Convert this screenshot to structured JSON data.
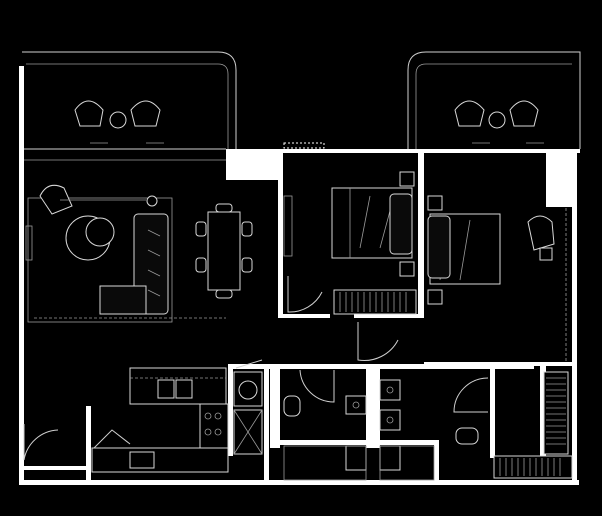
{
  "title": "",
  "colors": {
    "background": "#000000",
    "wall": "#ffffff",
    "line": "#cfcfcf"
  },
  "rooms": [
    {
      "id": "living-dining",
      "label": ""
    },
    {
      "id": "bedroom-1",
      "label": ""
    },
    {
      "id": "bedroom-2",
      "label": ""
    },
    {
      "id": "kitchen",
      "label": ""
    },
    {
      "id": "bathroom-1",
      "label": ""
    },
    {
      "id": "bathroom-2",
      "label": ""
    },
    {
      "id": "balcony-left",
      "label": ""
    },
    {
      "id": "balcony-right",
      "label": ""
    }
  ]
}
